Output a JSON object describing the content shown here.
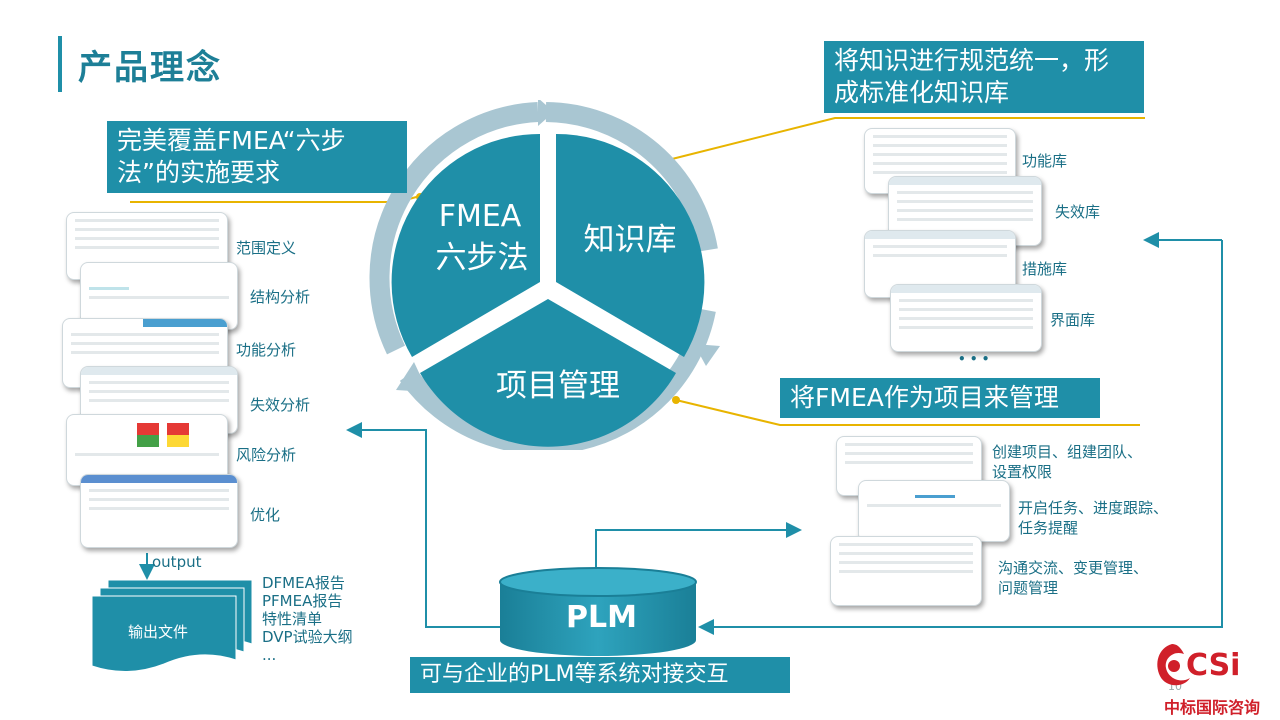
{
  "title": "产品理念",
  "callouts": {
    "fmea": "完美覆盖FMEA“六步法”的实施要求",
    "fmea_line1": "完美覆盖FMEA“六步",
    "fmea_line2": "法”的实施要求",
    "knowledge_line1": "将知识进行规范统一，形",
    "knowledge_line2": "成标准化知识库",
    "project": "将FMEA作为项目来管理",
    "plm": "可与企业的PLM等系统对接交互"
  },
  "wheel": {
    "fmea_line1": "FMEA",
    "fmea_line2": "六步法",
    "knowledge": "知识库",
    "project": "项目管理"
  },
  "six_steps": [
    "范围定义",
    "结构分析",
    "功能分析",
    "失效分析",
    "风险分析",
    "优化"
  ],
  "output_label": "output",
  "output_doc": "输出文件",
  "outputs": [
    "DFMEA报告",
    "PFMEA报告",
    "特性清单",
    "DVP试验大纲",
    "..."
  ],
  "libraries": [
    "功能库",
    "失效库",
    "措施库",
    "界面库"
  ],
  "libraries_more": "• • •",
  "project_features": [
    [
      "创建项目、组建团队、",
      "设置权限"
    ],
    [
      "开启任务、进度跟踪、",
      "任务提醒"
    ],
    [
      "沟通交流、变更管理、",
      "问题管理"
    ]
  ],
  "plm": "PLM",
  "page_number": "10",
  "logo": {
    "text": "CSi",
    "subtitle": "中标国际咨询"
  },
  "colors": {
    "teal": "#1f8fa8",
    "title": "#1d7f97",
    "ring": "#a9c6d2",
    "gold": "#e8b400",
    "logo_red": "#d0202a"
  }
}
